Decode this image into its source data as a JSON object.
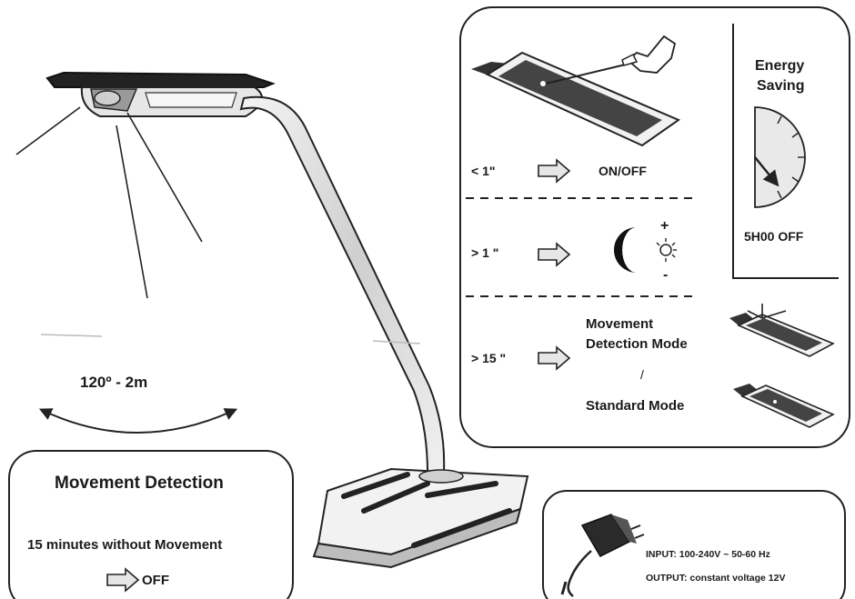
{
  "lamp": {
    "detection_range": "120º - 2m"
  },
  "touch_panel": {
    "row1": {
      "duration": "< 1\"",
      "action": "ON/OFF"
    },
    "row2": {
      "duration": "> 1 \"",
      "plus": "+",
      "minus": "-"
    },
    "row3": {
      "duration": "> 15 \"",
      "mode_a": "Movement Detection Mode",
      "mode_a_line1": "Movement",
      "mode_a_line2": "Detection Mode",
      "separator": "/",
      "mode_b": "Standard Mode"
    }
  },
  "energy_saving": {
    "title_line1": "Energy",
    "title_line2": "Saving",
    "timer_label": "5H00 OFF"
  },
  "movement_detection": {
    "title": "Movement Detection",
    "description": "15 minutes without Movement",
    "result": "OFF"
  },
  "adapter": {
    "input": "INPUT: 100-240V  ~ 50-60 Hz",
    "output": "OUTPUT: constant voltage 12V"
  }
}
